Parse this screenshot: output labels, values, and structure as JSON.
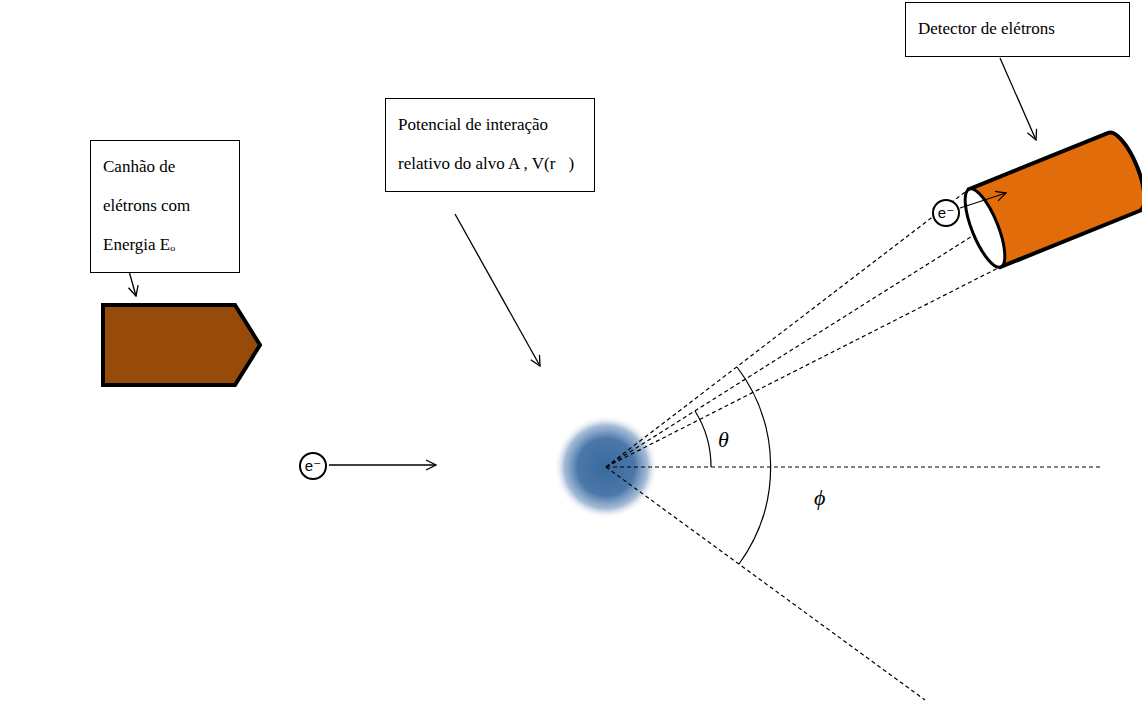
{
  "diagram": {
    "nodes": [
      {
        "text": [
          "Canhão de elétrons com Energia Eₒ"
        ]
      },
      {
        "text": [
          "Potencial de interação relativo do alvo A , V(r⃗)"
        ]
      },
      {
        "text": [
          "Detector de elétrons"
        ]
      },
      {
        "text": [
          "e⁻"
        ]
      },
      {
        "text": [
          "e⁻"
        ]
      }
    ],
    "labels": [
      "θ",
      "ϕ"
    ]
  }
}
